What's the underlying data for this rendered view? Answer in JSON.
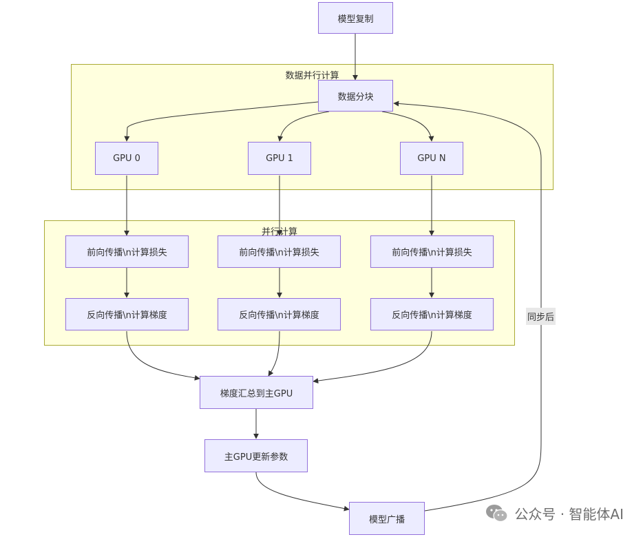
{
  "clusters": {
    "data_parallel": "数据并行计算",
    "parallel_compute": "并行计算"
  },
  "nodes": {
    "model_copy": "模型复制",
    "data_split": "数据分块",
    "gpu0": "GPU 0",
    "gpu1": "GPU 1",
    "gpun": "GPU N",
    "forward": "前向传播\\n计算损失",
    "backward": "反向传播\\n计算梯度",
    "aggregate": "梯度汇总到主GPU",
    "update": "主GPU更新参数",
    "broadcast": "模型广播"
  },
  "edge_labels": {
    "sync": "同步后"
  },
  "watermark": {
    "text": "公众号 · 智能体AI",
    "icon": "wechat-icon"
  },
  "colors": {
    "node_fill": "#ececff",
    "node_border": "#9370db",
    "cluster_fill": "#ffffde",
    "cluster_border": "#aaaa33",
    "edge": "#333333"
  }
}
